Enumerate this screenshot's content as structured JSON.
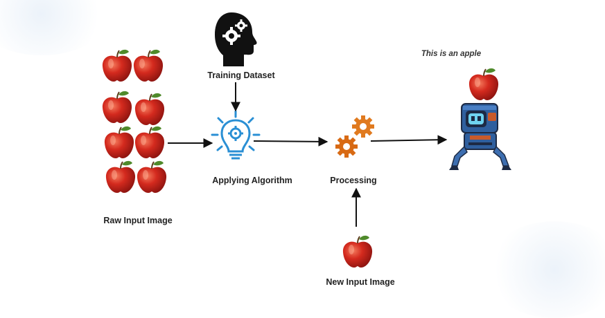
{
  "labels": {
    "training_dataset": "Training Dataset",
    "applying_algorithm": "Applying Algorithm",
    "processing": "Processing",
    "raw_input_image": "Raw Input Image",
    "new_input_image": "New Input Image",
    "result_caption": "This is an apple"
  },
  "icons": {
    "brain": "head-gears-icon",
    "algorithm": "lightbulb-gear-icon",
    "processing": "gears-icon",
    "robot": "robot-icon",
    "apple": "apple-icon"
  },
  "colors": {
    "apple_red": "#d42a1e",
    "apple_highlight": "#f26a4f",
    "leaf_green": "#4f8a2b",
    "bulb_blue": "#2a8fd4",
    "gear_orange": "#e07a1f",
    "robot_blue": "#2f5f9e",
    "arrow": "#111111"
  }
}
